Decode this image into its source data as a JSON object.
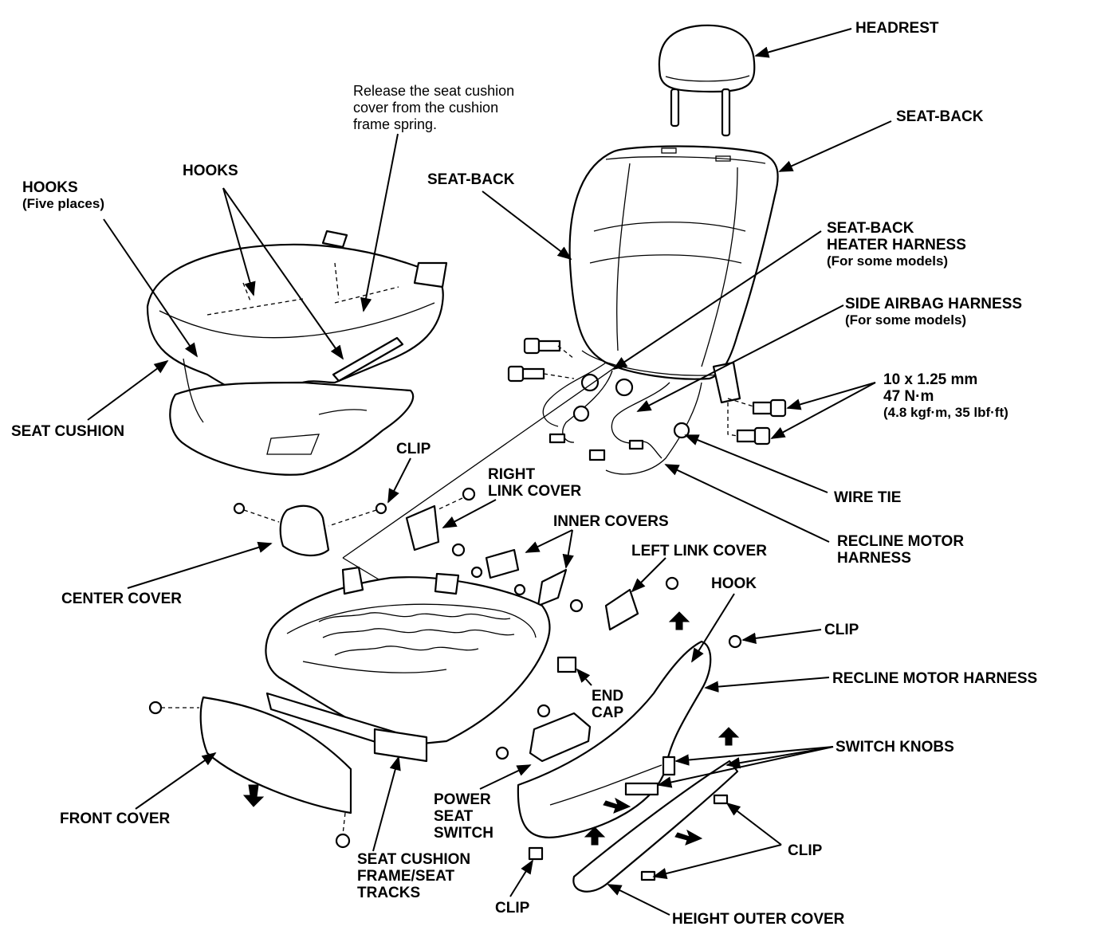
{
  "labels": {
    "headrest": "HEADREST",
    "seat_back_right": "SEAT-BACK",
    "seat_back_left": "SEAT-BACK",
    "release_note": [
      "Release the seat cushion",
      "cover from the cushion",
      "frame spring."
    ],
    "hooks_top": "HOOKS",
    "hooks_five": "HOOKS",
    "hooks_five_sub": "(Five places)",
    "heater_harness": [
      "SEAT-BACK",
      "HEATER HARNESS"
    ],
    "heater_harness_sub": "(For some models)",
    "airbag_harness": "SIDE AIRBAG HARNESS",
    "airbag_harness_sub": "(For some models)",
    "bolt_spec": [
      "10 x 1.25 mm",
      "47 N·m"
    ],
    "bolt_spec_sub": "(4.8 kgf·m, 35 lbf·ft)",
    "seat_cushion": "SEAT CUSHION",
    "clip_top": "CLIP",
    "right_link_cover": [
      "RIGHT",
      "LINK COVER"
    ],
    "wire_tie": "WIRE TIE",
    "inner_covers": "INNER COVERS",
    "recline_motor_harness_2line": [
      "RECLINE MOTOR",
      "HARNESS"
    ],
    "left_link_cover": "LEFT LINK COVER",
    "center_cover": "CENTER COVER",
    "hook": "HOOK",
    "clip_right": "CLIP",
    "recline_motor_harness": "RECLINE MOTOR HARNESS",
    "end_cap": [
      "END",
      "CAP"
    ],
    "switch_knobs": "SWITCH KNOBS",
    "power_seat_switch": [
      "POWER",
      "SEAT",
      "SWITCH"
    ],
    "front_cover": "FRONT COVER",
    "clip_lower_right": "CLIP",
    "seat_cushion_frame": [
      "SEAT CUSHION",
      "FRAME/SEAT",
      "TRACKS"
    ],
    "clip_bottom": "CLIP",
    "height_outer_cover": "HEIGHT OUTER COVER"
  }
}
